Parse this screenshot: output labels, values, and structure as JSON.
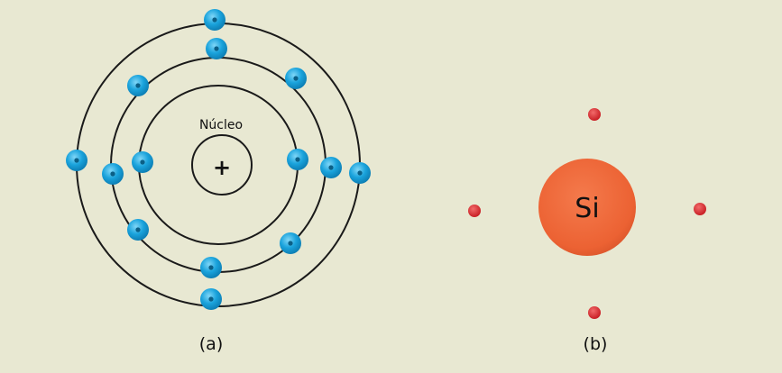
{
  "diagram_a": {
    "caption": "(a)",
    "nucleus_label": "Núcleo",
    "nucleus_symbol": "+",
    "shells": [
      {
        "name": "shell-1",
        "electron_count": 2
      },
      {
        "name": "shell-2",
        "electron_count": 8
      },
      {
        "name": "shell-3",
        "electron_count": 4
      }
    ]
  },
  "diagram_b": {
    "caption": "(b)",
    "atom_symbol": "Si",
    "valence_electron_count": 4
  },
  "colors": {
    "background": "#e8e8d2",
    "electron_blue": "#1aa3dc",
    "electron_dark": "#0b5f86",
    "silicon_core": "#ec6233",
    "valence_red": "#d7262b",
    "line": "#1a1a1a"
  }
}
